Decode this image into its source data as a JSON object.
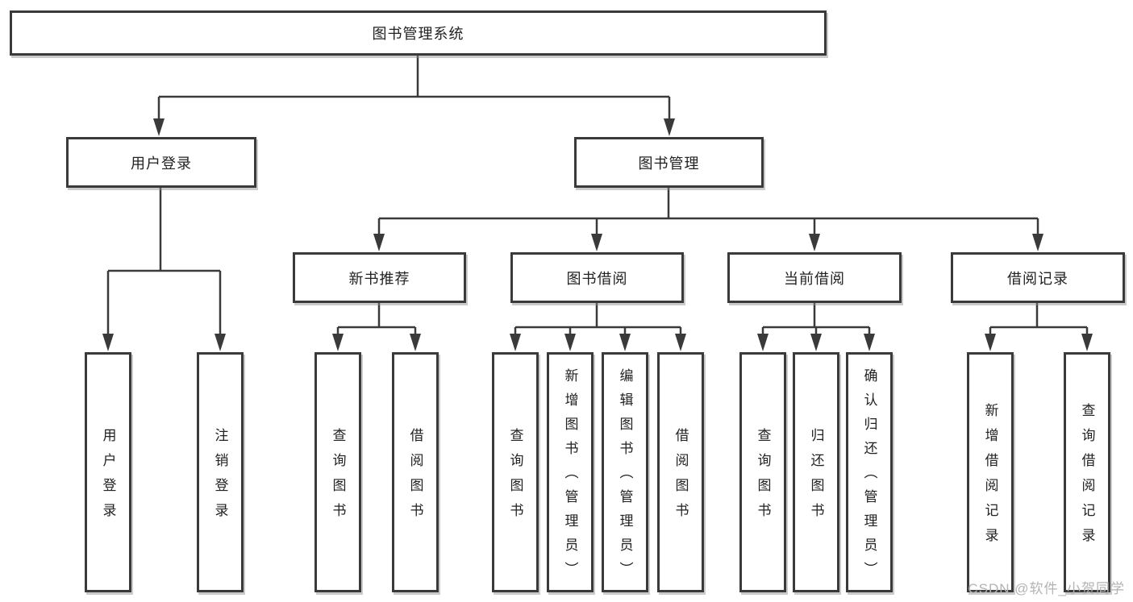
{
  "diagram": {
    "root": "图书管理系统",
    "branches": [
      {
        "label": "用户登录",
        "children": [
          "用户登录",
          "注销登录"
        ]
      },
      {
        "label": "图书管理",
        "groups": [
          {
            "label": "新书推荐",
            "children": [
              "查询图书",
              "借阅图书"
            ]
          },
          {
            "label": "图书借阅",
            "children": [
              "查询图书",
              "新增图书（管理员）",
              "编辑图书（管理员）",
              "借阅图书"
            ]
          },
          {
            "label": "当前借阅",
            "children": [
              "查询图书",
              "归还图书",
              "确认归还（管理员）"
            ]
          },
          {
            "label": "借阅记录",
            "children": [
              "新增借阅记录",
              "查询借阅记录"
            ]
          }
        ]
      }
    ]
  },
  "watermark": "CSDN @软件_小贺同学",
  "colors": {
    "border": "#3a3a3a",
    "line": "#3a3a3a",
    "text": "#222222",
    "background": "#ffffff",
    "watermark": "#b3b3b3"
  }
}
